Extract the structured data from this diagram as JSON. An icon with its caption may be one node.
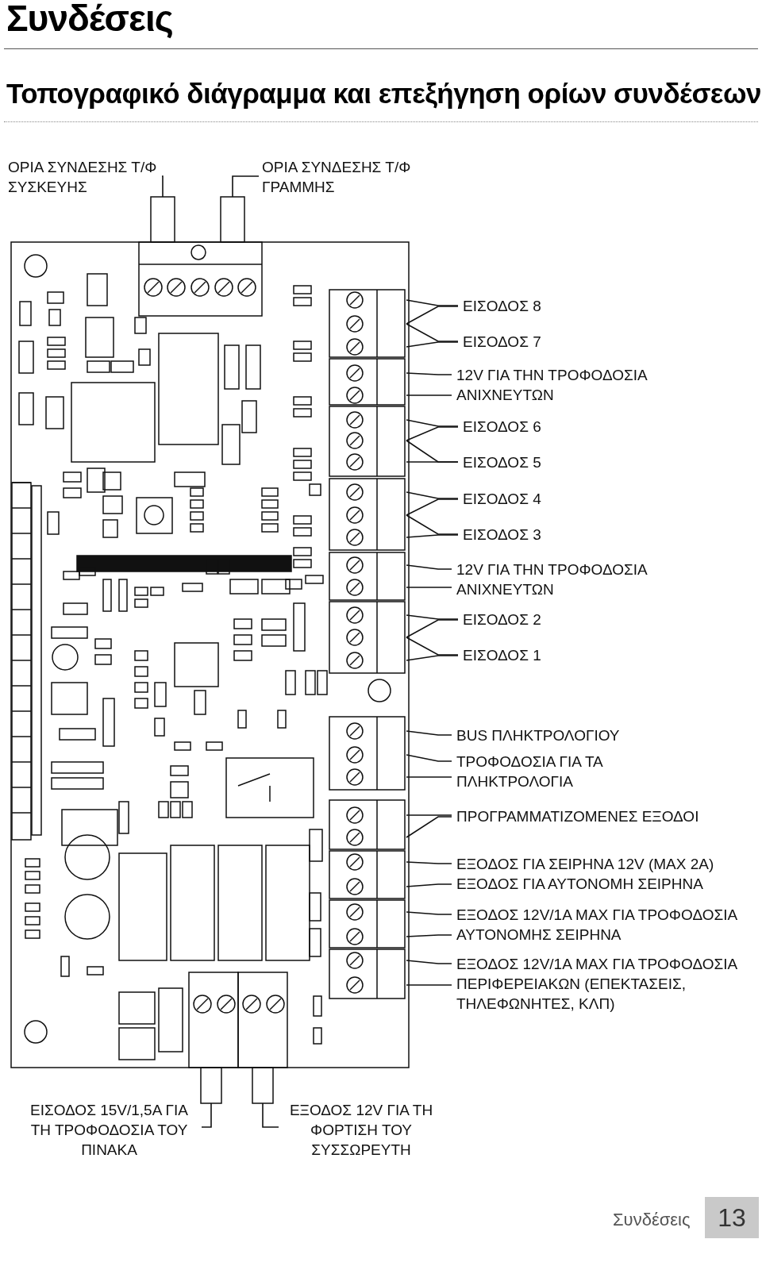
{
  "diagram": {
    "title": "Συνδέσεις",
    "nodes": [
      {
        "text": [
          "ΟΡΙΑ ΣΥΝΔΕΣΗΣ Τ/Φ ΣΥΣΚΕΥΗΣ"
        ]
      },
      {
        "text": [
          "ΟΡΙΑ ΣΥΝΔΕΣΗΣ Τ/Φ ΓΡΑΜΜΗΣ"
        ]
      },
      {
        "text": [
          "ΕΙΣΟΔΟΣ 8"
        ]
      },
      {
        "text": [
          "ΕΙΣΟΔΟΣ 7"
        ]
      },
      {
        "text": [
          "12V ΓΙΑ ΤΗΝ ΤΡΟΦΟΔΟΣΙΑ ΑΝΙΧΝΕΥΤΩΝ"
        ]
      },
      {
        "text": [
          "ΕΙΣΟΔΟΣ 6"
        ]
      },
      {
        "text": [
          "ΕΙΣΟΔΟΣ 5"
        ]
      },
      {
        "text": [
          "ΕΙΣΟΔΟΣ 4"
        ]
      },
      {
        "text": [
          "ΕΙΣΟΔΟΣ 3"
        ]
      },
      {
        "text": [
          "12V ΓΙΑ ΤΗΝ ΤΡΟΦΟΔΟΣΙΑ ΑΝΙΧΝΕΥΤΩΝ"
        ]
      },
      {
        "text": [
          "ΕΙΣΟΔΟΣ 2"
        ]
      },
      {
        "text": [
          "ΕΙΣΟΔΟΣ 1"
        ]
      },
      {
        "text": [
          "BUS ΠΛΗΚΤΡΟΛΟΓΙΟΥ"
        ]
      },
      {
        "text": [
          "ΤΡΟΦΟΔΟΣΙΑ ΓΙΑ ΤΑ ΠΛΗΚΤΡΟΛΟΓΙΑ"
        ]
      },
      {
        "text": [
          "ΠΡΟΓΡΑΜΜΑΤΙΖΟΜΕΝΕΣ ΕΞΟΔΟΙ"
        ]
      },
      {
        "text": [
          "ΕΞΟΔΟΣ ΓΙΑ ΣΕΙΡΗΝΑ 12V (MAX 2A)"
        ]
      },
      {
        "text": [
          "ΕΞΟΔΟΣ ΓΙΑ ΑΥΤΟΝΟΜΗ ΣΕΙΡΗΝΑ"
        ]
      },
      {
        "text": [
          "ΕΞΟΔΟΣ 12V/1A MAX ΓΙΑ ΤΡΟΦΟΔΟΣΙΑ ΑΥΤΟΝΟΜΗΣ ΣΕΙΡΗΝΑ"
        ]
      },
      {
        "text": [
          "ΕΞΟΔΟΣ 12V/1A MAX ΓΙΑ ΤΡΟΦΟΔΟΣΙΑ ΠΕΡΙΦΕΡΕΙΑΚΩΝ (ΕΠΕΚΤΑΣΕΙΣ, ΤΗΛΕΦΩΝΗΤΕΣ, ΚΛΠ)"
        ]
      },
      {
        "text": [
          "ΕΙΣΟΔΟΣ 15V/1,5A ΓΙΑ ΤΗ ΤΡΟΦΟΔΟΣΙΑ ΤΟΥ ΠΙΝΑΚΑ"
        ]
      },
      {
        "text": [
          "ΕΞΟΔΟΣ 12V ΓΙΑ ΤΗ ΦΟΡΤΙΣΗ ΤΟΥ ΣΥΣΣΩΡΕΥΤΗ"
        ]
      }
    ],
    "edges": [
      {
        "from": 0,
        "to": null,
        "arrow": "none"
      },
      {
        "from": 1,
        "to": null,
        "arrow": "none"
      },
      {
        "from": 2,
        "to": null,
        "arrow": "none"
      },
      {
        "from": 2,
        "to": null,
        "arrow": "none"
      },
      {
        "from": 3,
        "to": null,
        "arrow": "none"
      },
      {
        "from": 3,
        "to": null,
        "arrow": "none"
      },
      {
        "from": 4,
        "to": null,
        "arrow": "none"
      },
      {
        "from": 4,
        "to": null,
        "arrow": "none"
      },
      {
        "from": 5,
        "to": null,
        "arrow": "none"
      },
      {
        "from": 5,
        "to": null,
        "arrow": "none"
      },
      {
        "from": 6,
        "to": null,
        "arrow": "none"
      },
      {
        "from": 6,
        "to": null,
        "arrow": "none"
      },
      {
        "from": 7,
        "to": null,
        "arrow": "none"
      },
      {
        "from": 7,
        "to": null,
        "arrow": "none"
      },
      {
        "from": 8,
        "to": null,
        "arrow": "none"
      },
      {
        "from": 8,
        "to": null,
        "arrow": "none"
      },
      {
        "from": 9,
        "to": null,
        "arrow": "none"
      },
      {
        "from": 9,
        "to": null,
        "arrow": "none"
      },
      {
        "from": 10,
        "to": null,
        "arrow": "none"
      },
      {
        "from": 10,
        "to": null,
        "arrow": "none"
      },
      {
        "from": 11,
        "to": null,
        "arrow": "none"
      },
      {
        "from": 11,
        "to": null,
        "arrow": "none"
      },
      {
        "from": 12,
        "to": null,
        "arrow": "none"
      },
      {
        "from": 13,
        "to": null,
        "arrow": "none"
      },
      {
        "from": 13,
        "to": null,
        "arrow": "none"
      },
      {
        "from": 14,
        "to": null,
        "arrow": "none"
      },
      {
        "from": 14,
        "to": null,
        "arrow": "none"
      },
      {
        "from": 15,
        "to": null,
        "arrow": "none"
      },
      {
        "from": 16,
        "to": null,
        "arrow": "none"
      },
      {
        "from": 17,
        "to": null,
        "arrow": "none"
      },
      {
        "from": 17,
        "to": null,
        "arrow": "none"
      },
      {
        "from": 18,
        "to": null,
        "arrow": "none"
      },
      {
        "from": 18,
        "to": null,
        "arrow": "none"
      },
      {
        "from": 19,
        "to": null,
        "arrow": "none"
      },
      {
        "from": 20,
        "to": null,
        "arrow": "none"
      }
    ],
    "labels": [
      "Τοπογραφικό διάγραμμα και επεξήγηση ορίων συνδέσεων",
      "Συνδέσεις",
      "13"
    ]
  }
}
